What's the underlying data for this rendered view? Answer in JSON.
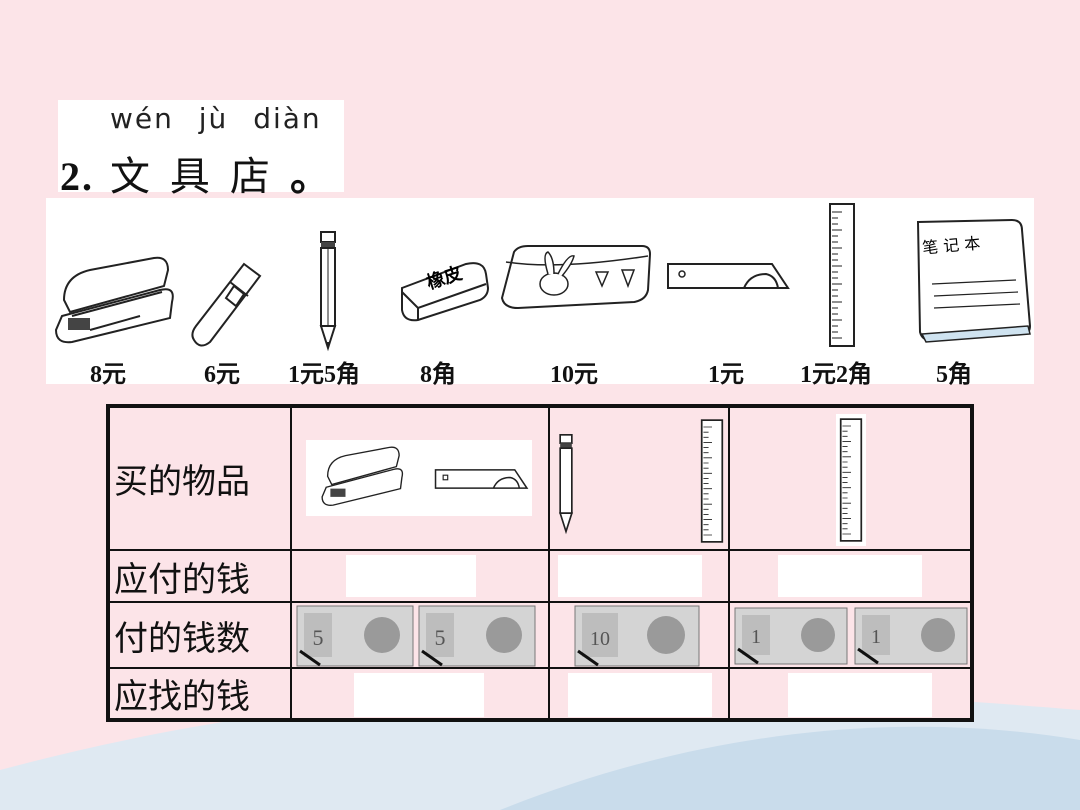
{
  "exercise": {
    "pinyin": "wén jù diàn",
    "number": "2.",
    "title_chars": "文具店",
    "period": "。"
  },
  "goods": [
    {
      "name": "stapler",
      "price": "8元"
    },
    {
      "name": "glue-stick",
      "price": "6元"
    },
    {
      "name": "pencil",
      "price": "1元5角"
    },
    {
      "name": "eraser",
      "price": "8角",
      "label": "橡皮"
    },
    {
      "name": "pencil-case",
      "price": "10元"
    },
    {
      "name": "set-square",
      "price": "1元"
    },
    {
      "name": "ruler",
      "price": "1元2角"
    },
    {
      "name": "notebook",
      "price": "5角",
      "label": "笔 记 本"
    }
  ],
  "table": {
    "rows": [
      "买的物品",
      "应付的钱",
      "付的钱数",
      "应找的钱"
    ]
  },
  "banknotes": [
    {
      "column": 1,
      "notes": [
        5,
        5
      ]
    },
    {
      "column": 2,
      "notes": [
        10
      ]
    },
    {
      "column": 3,
      "notes": [
        1,
        1
      ]
    }
  ],
  "colors": {
    "background": "#fce4e8",
    "wave": "#cfe3f0"
  }
}
